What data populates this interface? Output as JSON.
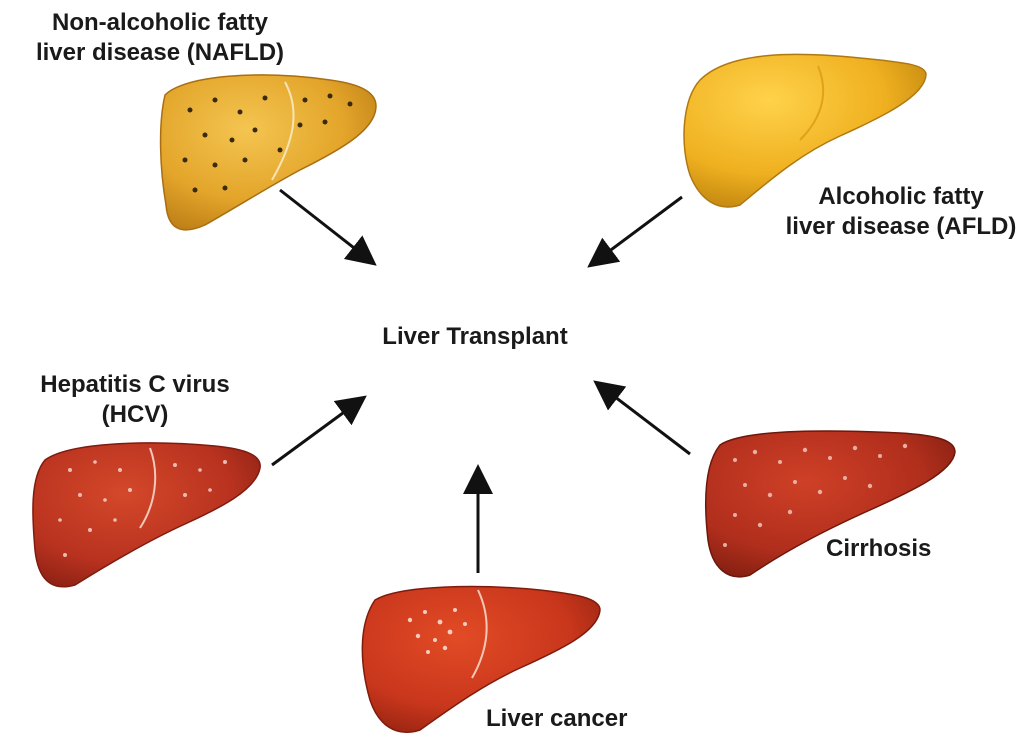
{
  "center": {
    "label": "Liver Transplant"
  },
  "nodes": {
    "nafld": {
      "line1": "Non-alcoholic fatty",
      "line2": "liver disease (NAFLD)",
      "color": "#E3A52A"
    },
    "afld": {
      "line1": "Alcoholic fatty",
      "line2": "liver disease (AFLD)",
      "color": "#EFB020"
    },
    "hcv": {
      "line1": "Hepatitis C virus",
      "line2": "(HCV)",
      "color": "#B8321F"
    },
    "cirrhosis": {
      "label": "Cirrhosis",
      "color": "#B02E1C"
    },
    "cancer": {
      "label": "Liver cancer",
      "color": "#C8361C"
    }
  },
  "arrow_color": "#111111"
}
